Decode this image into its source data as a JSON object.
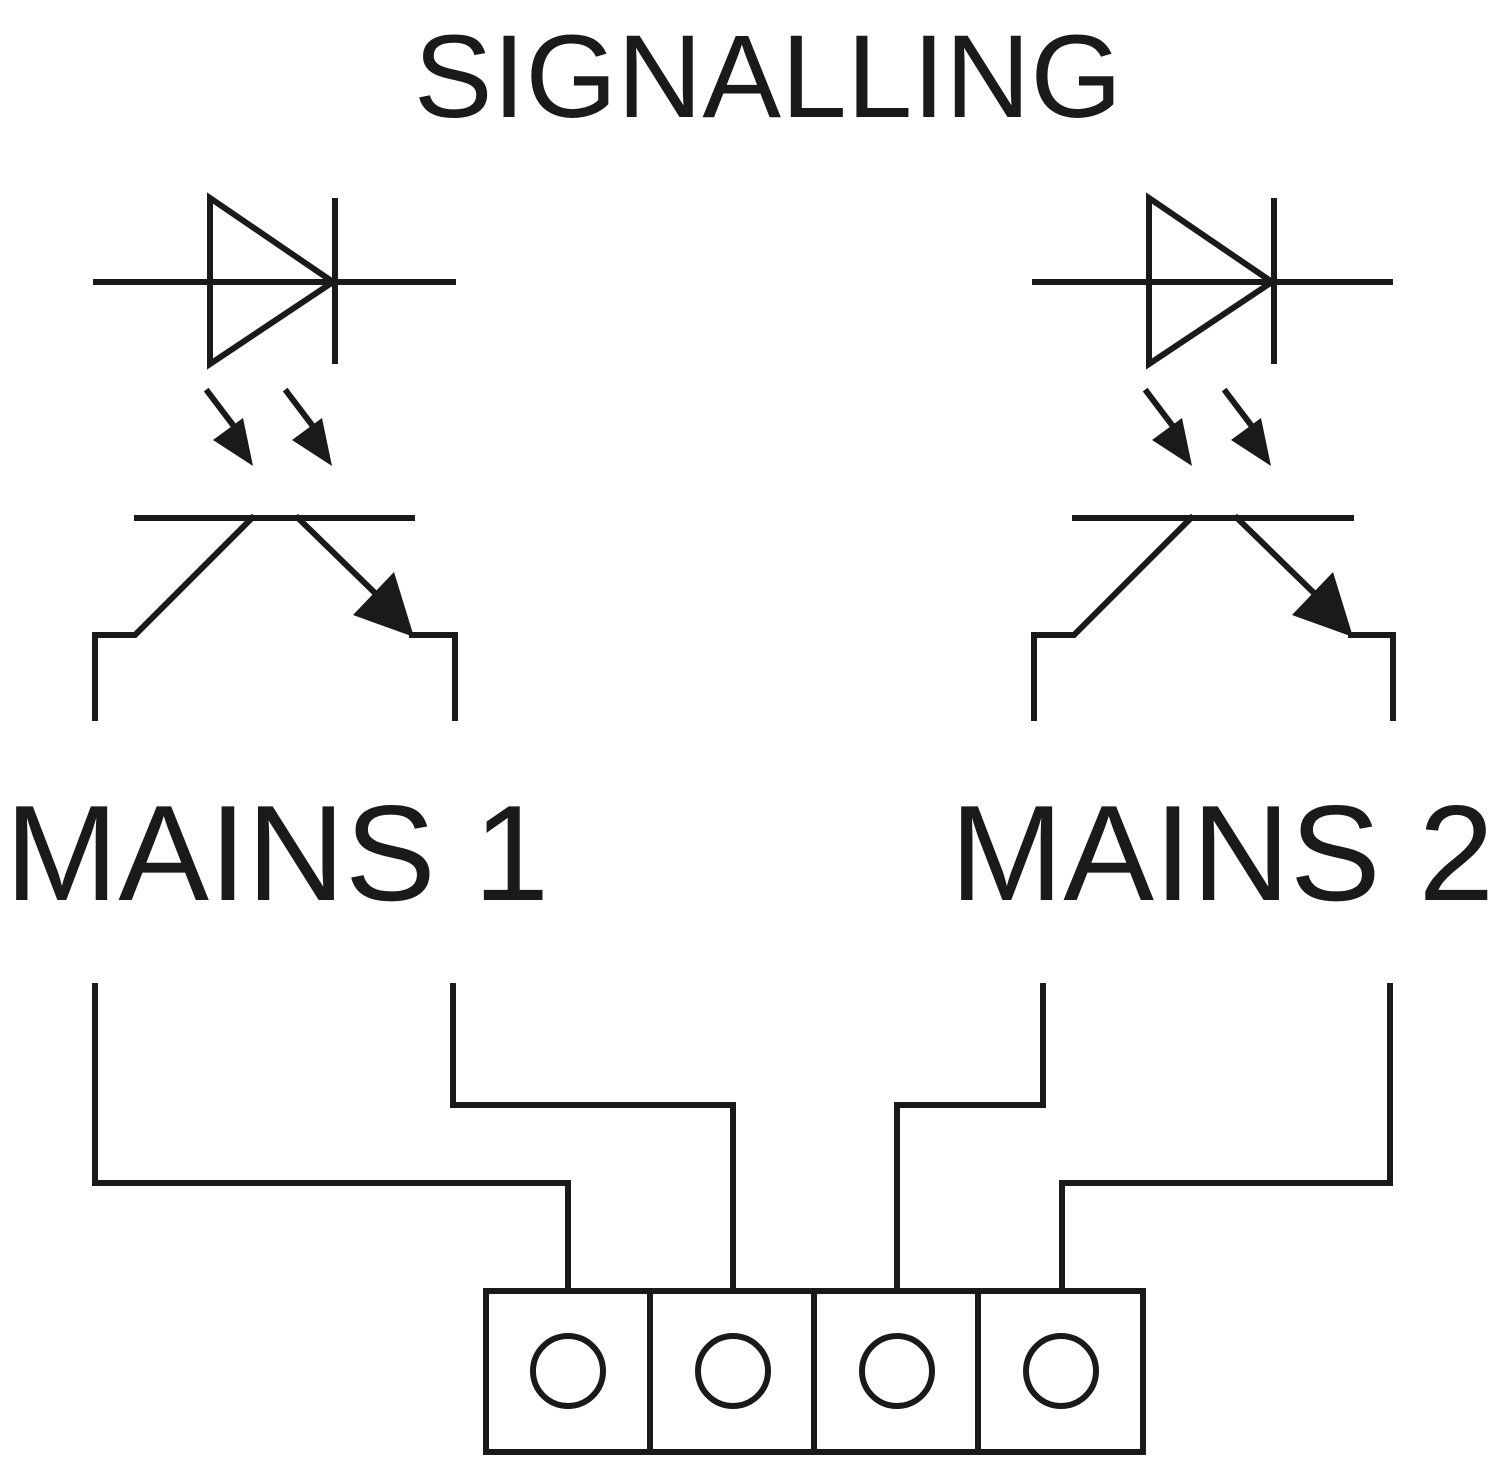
{
  "title": "SIGNALLING",
  "channels": [
    {
      "label": "MAINS 1"
    },
    {
      "label": "MAINS 2"
    }
  ],
  "terminal_count": 4,
  "colors": {
    "line": "#1a1a1a",
    "background": "#ffffff"
  }
}
